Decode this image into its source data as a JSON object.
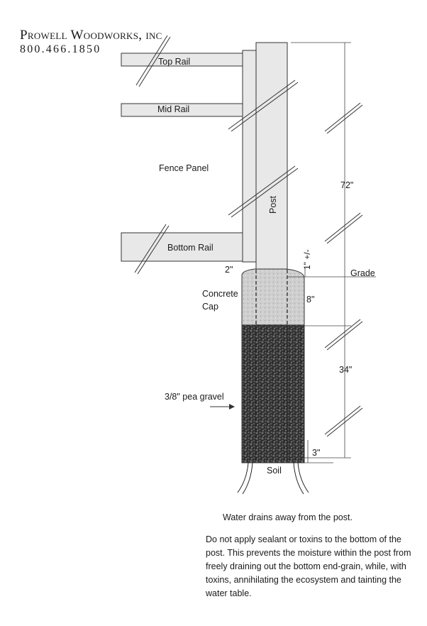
{
  "header": {
    "company": "Prowell Woodworks, inc",
    "phone": "800.466.1850"
  },
  "labels": {
    "top_rail": "Top Rail",
    "mid_rail": "Mid Rail",
    "fence_panel": "Fence Panel",
    "bottom_rail": "Bottom Rail",
    "post": "Post",
    "concrete_cap_line1": "Concrete",
    "concrete_cap_line2": "Cap",
    "pea_gravel": "3/8\" pea gravel",
    "soil": "Soil",
    "grade": "Grade"
  },
  "dimensions": {
    "above_grade": "72\"",
    "below_grade": "34\"",
    "cap_above_grade": "1\" +/-",
    "cap_depth": "8\"",
    "cap_overhang": "2\"",
    "gravel_bottom_gap": "3\""
  },
  "notes": {
    "drain": "Water drains away from the post.",
    "warning": "Do not apply sealant or toxins to the bottom of the post. This prevents the moisture within the post from freely draining out the bottom end-grain, while, with toxins, annihilating the ecosystem and tainting the water table."
  },
  "colors": {
    "wood": "#e8e8e8",
    "outline": "#333333",
    "concrete": "#cfcfcf",
    "gravel": "#3a3a3a"
  }
}
